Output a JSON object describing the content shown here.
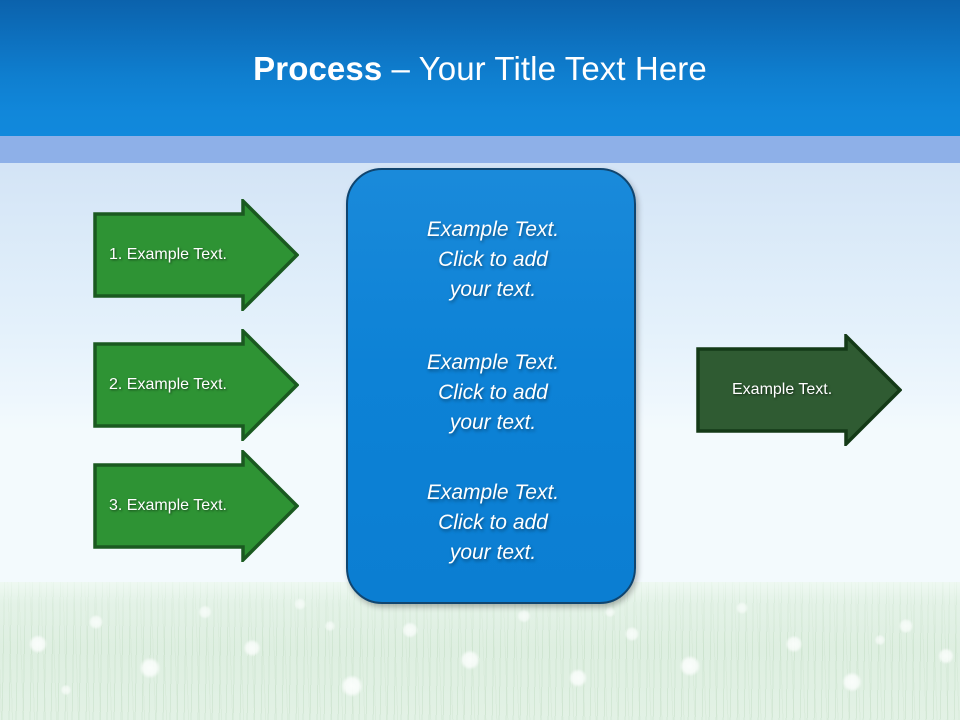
{
  "slide": {
    "title_bold": "Process",
    "title_rest": " – Your Title Text Here",
    "title_full": "Process – Your Title Text Here"
  },
  "theme": {
    "header_blue_top": "#0b62ac",
    "header_blue_bottom": "#1189dc",
    "header_stripe": "#8eb0e8",
    "sky_top": "#c3d3ee",
    "sky_bottom": "#f3fafd",
    "arrow_green": "#2e9334",
    "arrow_green_border": "#1a5a20",
    "arrow_green_dark": "#2f5b32",
    "arrow_green_dark_border": "#143a17",
    "box_blue": "#0d82d6",
    "box_border": "#10456f",
    "text_white": "#ffffff"
  },
  "input_arrows": [
    {
      "label": "1. Example Text."
    },
    {
      "label": "2. Example Text."
    },
    {
      "label": "3. Example Text."
    }
  ],
  "center_box": {
    "blocks": [
      {
        "text": "Example Text.\nClick  to add\nyour text."
      },
      {
        "text": "Example Text.\nClick  to add\nyour text."
      },
      {
        "text": "Example Text.\nClick  to add\nyour text."
      }
    ]
  },
  "output_arrow": {
    "label": "Example Text."
  },
  "background": {
    "scene": "dandelion-meadow-photo"
  }
}
